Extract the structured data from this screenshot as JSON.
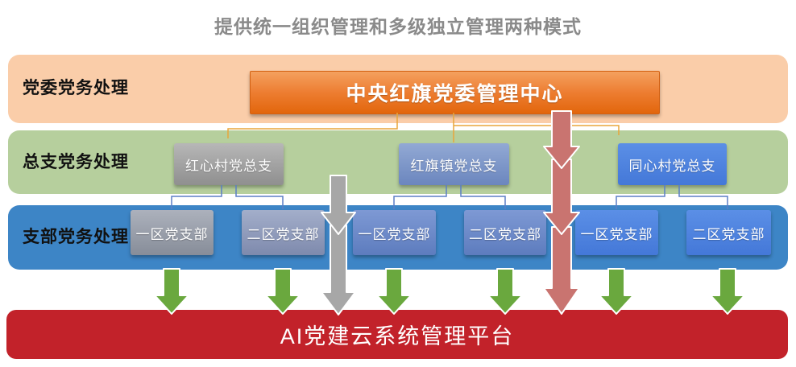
{
  "title": "提供统一组织管理和多级独立管理两种模式",
  "bands": [
    {
      "label": "党委党务处理",
      "color": "#facda9"
    },
    {
      "label": "总支党务处理",
      "color": "#b6cf9d"
    },
    {
      "label": "支部党务处理",
      "color": "#3d85c6"
    }
  ],
  "committee": {
    "label": "中央红旗党委管理中心",
    "color": "#ed7d31"
  },
  "general_branches": [
    {
      "label": "红心村党总支",
      "color": "#a3a3a3"
    },
    {
      "label": "红旗镇党总支",
      "color": "#7a95c9"
    },
    {
      "label": "同心村党总支",
      "color": "#4e83e0"
    }
  ],
  "branches": [
    {
      "label": "一区党支部",
      "color": "#9aa0ab"
    },
    {
      "label": "二区党支部",
      "color": "#919cba"
    },
    {
      "label": "一区党支部",
      "color": "#6d8ac9"
    },
    {
      "label": "二区党支部",
      "color": "#6d8ac9"
    },
    {
      "label": "一区党支部",
      "color": "#4e83e0"
    },
    {
      "label": "二区党支部",
      "color": "#4e83e0"
    }
  ],
  "platform": {
    "label": "AI党建云系统管理平台",
    "color": "#c2222a"
  },
  "arrow_colors": {
    "green": "#6aa83e",
    "gray": "#a7a7a7",
    "red": "#c97470"
  },
  "connector_colors": {
    "committee_to_general": "#e9a63b",
    "general_to_branch": "#5b7fc5"
  }
}
